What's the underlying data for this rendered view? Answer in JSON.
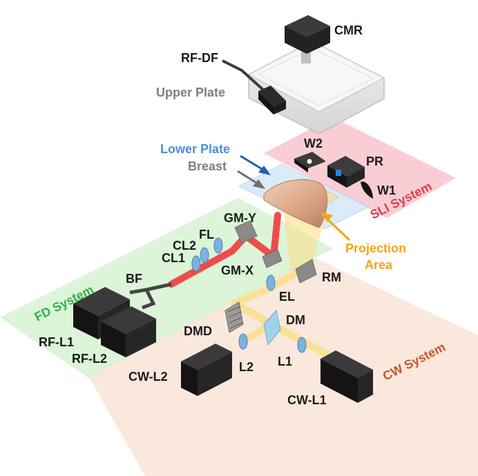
{
  "labels": {
    "cmr": "CMR",
    "rf_df": "RF-DF",
    "upper_plate": "Upper Plate",
    "lower_plate": "Lower Plate",
    "breast": "Breast",
    "w2": "W2",
    "pr": "PR",
    "w1": "W1",
    "sli_system": "SLI System",
    "gm_y": "GM-Y",
    "fl": "FL",
    "cl2": "CL2",
    "cl1": "CL1",
    "gm_x": "GM-X",
    "projection": "Projection",
    "area": "Area",
    "rm": "RM",
    "bf": "BF",
    "fd_system": "FD System",
    "el": "EL",
    "dm": "DM",
    "dmd": "DMD",
    "rf_l1": "RF-L1",
    "rf_l2": "RF-L2",
    "cw_system": "CW System",
    "l2": "L2",
    "l1": "L1",
    "cw_l2": "CW-L2",
    "cw_l1": "CW-L1"
  },
  "colors": {
    "sli_zone": "#f7c5cc",
    "fd_zone": "#d6f2d0",
    "cw_zone": "#fbe6d8",
    "laser_red": "#ee3b3b",
    "beam_yellow": "#f8e08a",
    "label_gray": "#7f7f7f",
    "label_blue": "#4a90d9",
    "label_orange": "#f2a516",
    "label_green": "#2db34a",
    "label_red": "#e23b4a",
    "label_brown": "#c8562a"
  }
}
